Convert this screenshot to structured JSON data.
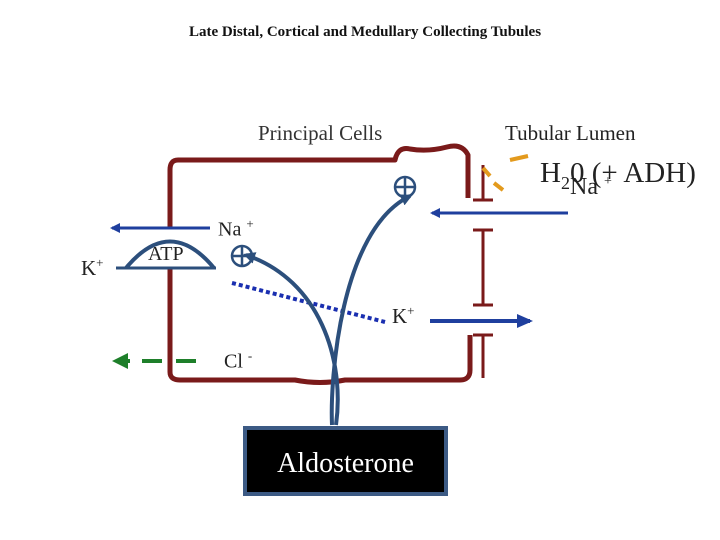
{
  "title": "Late Distal, Cortical and Medullary Collecting Tubules",
  "labels": {
    "principal_cells": "Principal Cells",
    "tubular_lumen": "Tubular Lumen",
    "water": {
      "base": "H",
      "sub": "2",
      "rest": "0 (+ ADH)"
    },
    "na_lumen": {
      "base": "Na",
      "sup": "+"
    },
    "na_cell": {
      "base": "Na",
      "sup": "+"
    },
    "k_left": {
      "base": "K",
      "sup": "+"
    },
    "k_right": {
      "base": "K",
      "sup": "+"
    },
    "atp": "ATP",
    "cl": {
      "base": "Cl",
      "sup": "-"
    },
    "aldosterone": "Aldosterone"
  },
  "colors": {
    "cell_membrane": "#7a1a1a",
    "arrow_blue": "#1f3f9e",
    "pathway_blue": "#2c4f7c",
    "dotted_blue": "#1a2fb0",
    "water_orange": "#e39a1d",
    "cl_green": "#1e7f2a"
  }
}
